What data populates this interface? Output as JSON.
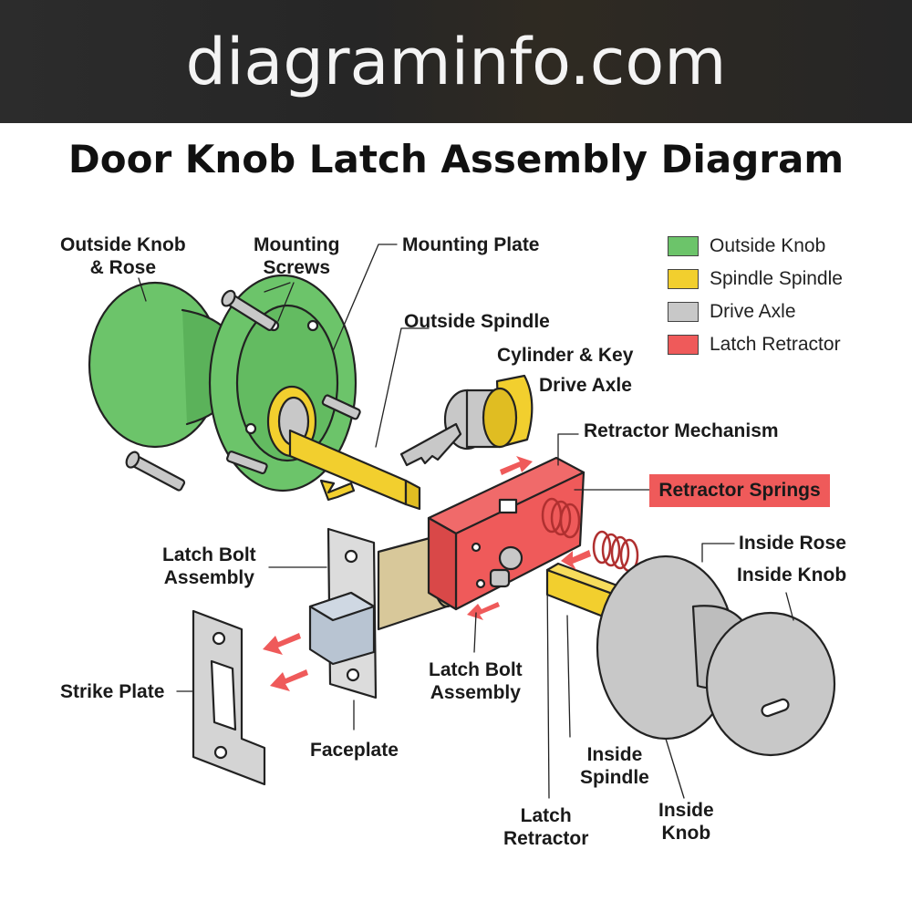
{
  "banner": {
    "site": "diagraminfo.com"
  },
  "title": "Door Knob Latch Assembly Diagram",
  "labels": {
    "outside_knob_rose": [
      "Outside Knob",
      "& Rose"
    ],
    "mounting_screws": [
      "Mounting",
      "Screws"
    ],
    "mounting_plate": "Mounting Plate",
    "outside_spindle": "Outside Spindle",
    "cylinder_key": "Cylinder & Key",
    "drive_axle": "Drive Axle",
    "retractor_mechanism": "Retractor Mechanism",
    "retractor_springs": "Retractor Springs",
    "inside_rose": "Inside Rose",
    "inside_knob_right": "Inside Knob",
    "latch_bolt_assembly_left": [
      "Latch Bolt",
      "Assembly"
    ],
    "strike_plate": "Strike Plate",
    "faceplate": "Faceplate",
    "latch_bolt_assembly_center": [
      "Latch Bolt",
      "Assembly"
    ],
    "inside_spindle": [
      "Inside",
      "Spindle"
    ],
    "latch_retractor": [
      "Latch",
      "Retractor"
    ],
    "inside_knob_bottom": [
      "Inside",
      "Knob"
    ]
  },
  "legend": [
    {
      "label": "Outside Knob",
      "color": "#6cc46a"
    },
    {
      "label": "Spindle Spindle",
      "color": "#f2cf2e"
    },
    {
      "label": "Drive Axle",
      "color": "#c8c8c8"
    },
    {
      "label": "Latch Retractor",
      "color": "#ef5a5a"
    }
  ],
  "colors": {
    "green": "#6cc46a",
    "yellow": "#f2cf2e",
    "gray": "#c8c8c8",
    "red": "#ef5a5a",
    "tan": "#d8c89a",
    "bluegray": "#b8c4d2"
  }
}
